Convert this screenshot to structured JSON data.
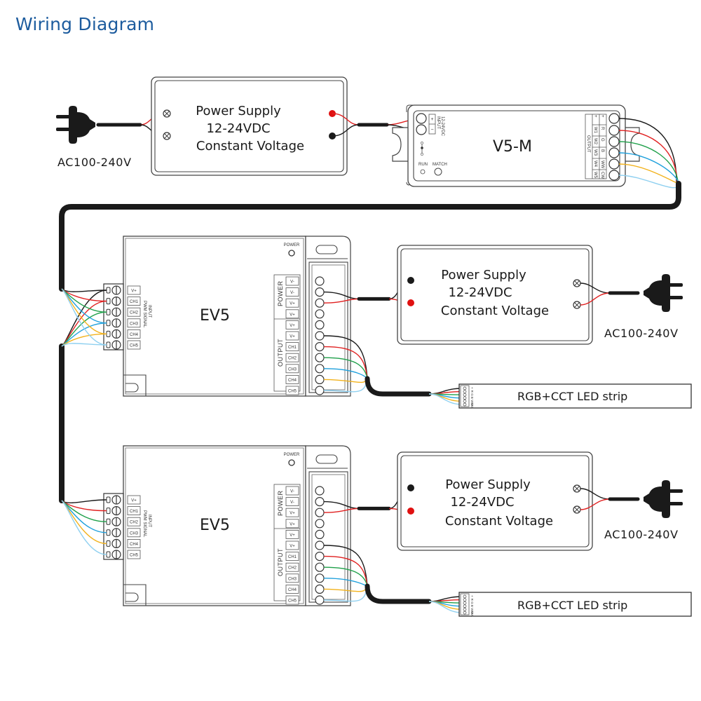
{
  "title": "Wiring Diagram",
  "colors": {
    "title": "#1d5c9e",
    "wire_positive": "#1a1a1a",
    "wire_red": "#e02020",
    "wire_green": "#1fa04a",
    "wire_blue": "#1ea0dc",
    "wire_ww": "#f2b21c",
    "wire_cw": "#8fd0f0",
    "terminal_red": "#e01010",
    "terminal_black": "#1a1a1a"
  },
  "ac_sources": [
    {
      "label": "AC100-240V"
    },
    {
      "label": "AC100-240V"
    },
    {
      "label": "AC100-240V"
    }
  ],
  "power_supplies": [
    {
      "line1": "Power Supply",
      "line2": "12-24VDC",
      "line3": "Constant Voltage"
    },
    {
      "line1": "Power Supply",
      "line2": "12-24VDC",
      "line3": "Constant Voltage"
    },
    {
      "line1": "Power Supply",
      "line2": "12-24VDC",
      "line3": "Constant Voltage"
    }
  ],
  "receiver": {
    "model": "V5-M",
    "input_label": "INPUT",
    "input_voltage": "12-24VDC",
    "input_terminals": [
      "+",
      "−"
    ],
    "run_label": "RUN",
    "match_label": "MATCH",
    "output_label": "OUTPUT",
    "output_col_a": [
      "+",
      "R",
      "G",
      "B",
      "WW",
      "CW"
    ],
    "output_col_b": [
      "+",
      "W1",
      "W2",
      "W3",
      "W4",
      "W5"
    ]
  },
  "repeaters": [
    {
      "model": "EV5",
      "power_led_label": "POWER",
      "input_label": "INPUT",
      "input_sublabel": "PWM SIGNAL",
      "input_terminals": [
        "V+",
        "CH1",
        "CH2",
        "CH3",
        "CH4",
        "CH5"
      ],
      "power_section": "POWER",
      "power_terminals": [
        "V-",
        "V-",
        "V+",
        "V+"
      ],
      "output_section": "OUTPUT",
      "output_terminals": [
        "V+",
        "V+",
        "CH1",
        "CH2",
        "CH3",
        "CH4",
        "CH5"
      ]
    },
    {
      "model": "EV5",
      "power_led_label": "POWER",
      "input_label": "INPUT",
      "input_sublabel": "PWM SIGNAL",
      "input_terminals": [
        "V+",
        "CH1",
        "CH2",
        "CH3",
        "CH4",
        "CH5"
      ],
      "power_section": "POWER",
      "power_terminals": [
        "V-",
        "V-",
        "V+",
        "V+"
      ],
      "output_section": "OUTPUT",
      "output_terminals": [
        "V+",
        "V+",
        "CH1",
        "CH2",
        "CH3",
        "CH4",
        "CH5"
      ]
    }
  ],
  "led_strips": [
    {
      "label": "RGB+CCT LED strip",
      "pins": [
        "+",
        "R",
        "G",
        "B",
        "WW",
        "CW"
      ]
    },
    {
      "label": "RGB+CCT LED strip",
      "pins": [
        "+",
        "R",
        "G",
        "B",
        "WW",
        "CW"
      ]
    }
  ]
}
